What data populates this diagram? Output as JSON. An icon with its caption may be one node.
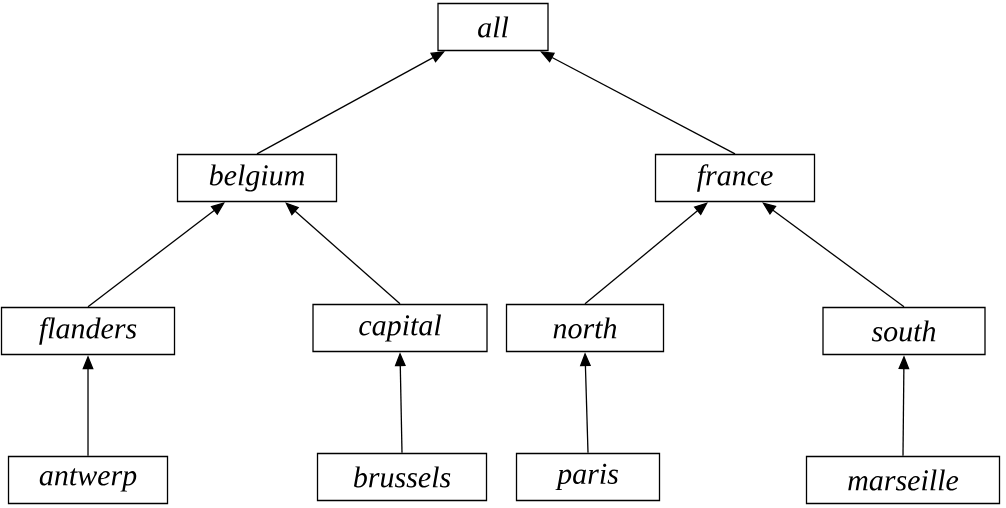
{
  "diagram": {
    "nodes": [
      {
        "text": [
          "all"
        ]
      },
      {
        "text": [
          "belgium"
        ]
      },
      {
        "text": [
          "france"
        ]
      },
      {
        "text": [
          "flanders"
        ]
      },
      {
        "text": [
          "capital"
        ]
      },
      {
        "text": [
          "north"
        ]
      },
      {
        "text": [
          "south"
        ]
      },
      {
        "text": [
          "antwerp"
        ]
      },
      {
        "text": [
          "brussels"
        ]
      },
      {
        "text": [
          "paris"
        ]
      },
      {
        "text": [
          "marseille"
        ]
      }
    ],
    "edges": [
      {
        "from": 1,
        "to": 0,
        "arrow": "to"
      },
      {
        "from": 2,
        "to": 0,
        "arrow": "to"
      },
      {
        "from": 3,
        "to": 1,
        "arrow": "to"
      },
      {
        "from": 4,
        "to": 1,
        "arrow": "to"
      },
      {
        "from": 5,
        "to": 2,
        "arrow": "to"
      },
      {
        "from": 6,
        "to": 2,
        "arrow": "to"
      },
      {
        "from": 7,
        "to": 3,
        "arrow": "to"
      },
      {
        "from": 8,
        "to": 4,
        "arrow": "to"
      },
      {
        "from": 9,
        "to": 5,
        "arrow": "to"
      },
      {
        "from": 10,
        "to": 6,
        "arrow": "to"
      }
    ]
  }
}
